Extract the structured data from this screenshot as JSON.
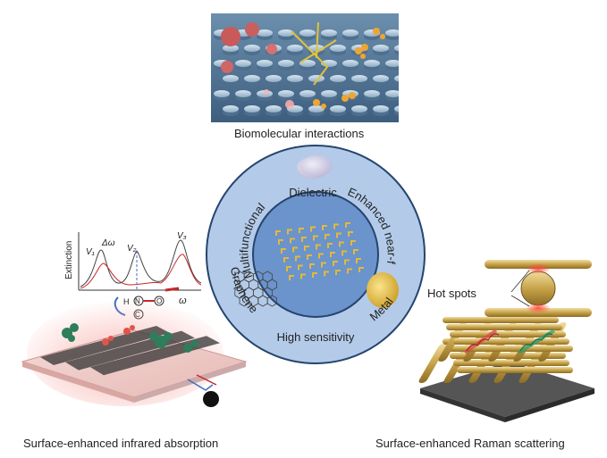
{
  "top_panel": {
    "caption": "Biomolecular interactions"
  },
  "center_ring": {
    "labels": {
      "dielectric": "Dielectric",
      "enhanced_near_field": "Enhanced near-field",
      "metal": "Metal",
      "high_sensitivity": "High sensitivity",
      "graphene": "Graphene",
      "multifunctional": "Multifunctional"
    }
  },
  "left_panel": {
    "caption": "Surface-enhanced infrared absorption",
    "plot": {
      "y_axis_label": "Extinction",
      "delta_omega": "Δω",
      "omega": "ω",
      "v1": "V₁",
      "v2": "V₂",
      "v3": "V₃",
      "atom_h": "H",
      "atom_n": "N",
      "atom_c": "C",
      "atom_o": "O"
    }
  },
  "right_panel": {
    "caption": "Surface-enhanced Raman scattering",
    "hot_spots_label": "Hot spots"
  },
  "colors": {
    "ring_outer": "#aac4e6",
    "ring_inner": "#5b86c4",
    "hot_spot": "#e8382e",
    "gold": "#d9b23a"
  }
}
